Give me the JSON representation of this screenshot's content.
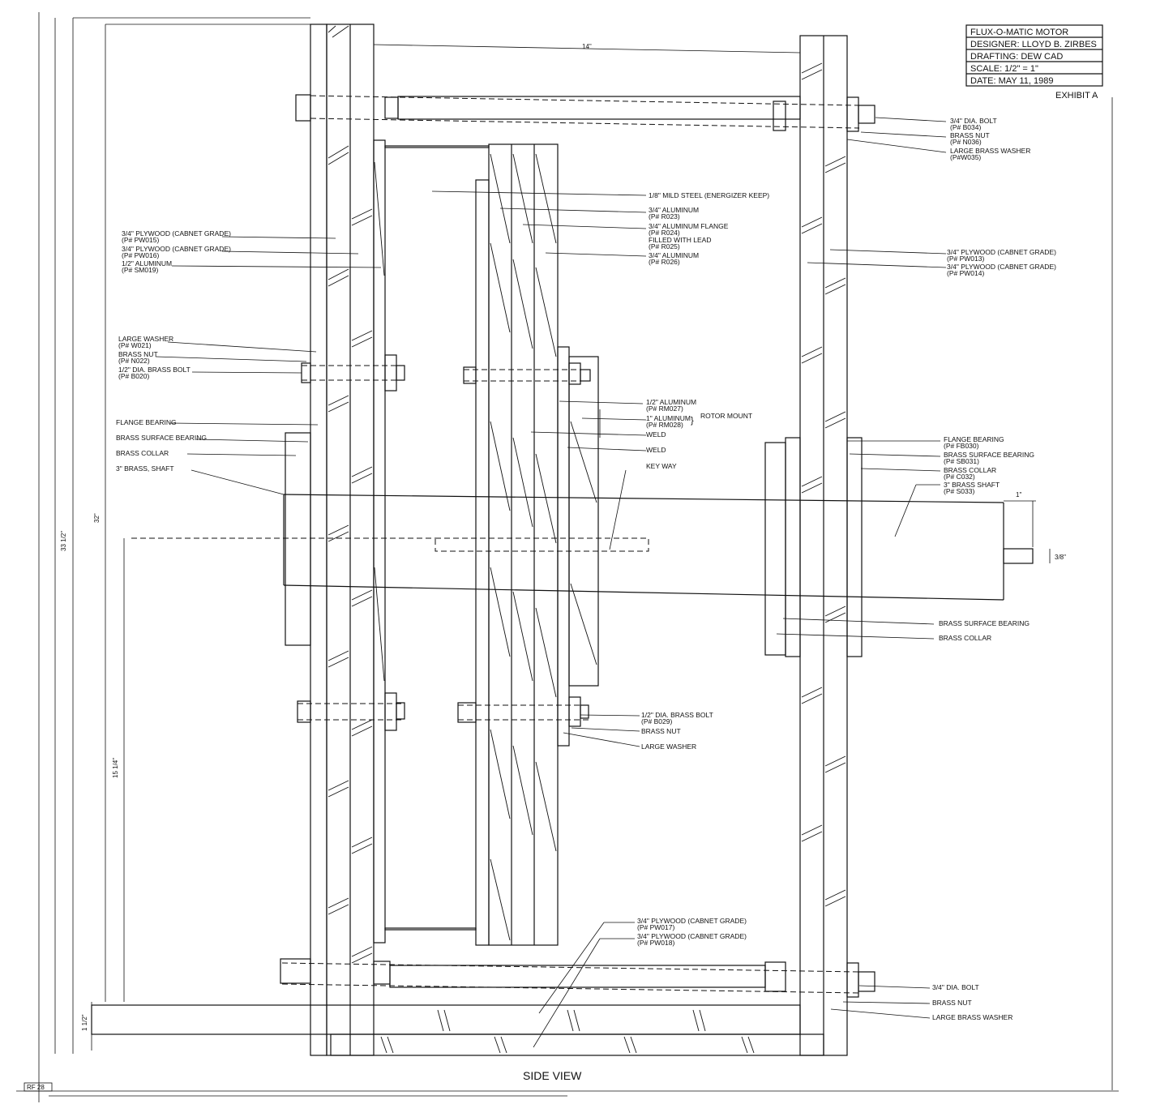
{
  "title_block": {
    "rows": [
      "FLUX-O-MATIC MOTOR",
      "DESIGNER:  LLOYD B. ZIRBES",
      "DRAFTING:  DEW CAD",
      "SCALE:  1/2\" = 1\"",
      "DATE:  MAY 11, 1989"
    ],
    "exhibit": "EXHIBIT A"
  },
  "view_title": "SIDE VIEW",
  "page_tag": "RF 28",
  "dimensions": {
    "top_width": "14\"",
    "overall_height": "33 1/2\"",
    "frame_height": "32\"",
    "shaft_height": "15 1/4\"",
    "base_height": "1 1/2\"",
    "shaft_extension": "1\"",
    "shaft_step": "3/8\""
  },
  "labels_left": [
    [
      "3/4\" PLYWOOD (CABNET GRADE)",
      "(P# PW015)"
    ],
    [
      "3/4\" PLYWOOD (CABNET GRADE)",
      "(P# PW016)"
    ],
    [
      "1/2\" ALUMINUM",
      "(P# SM019)"
    ],
    [
      "LARGE WASHER",
      "(P# W021)"
    ],
    [
      "BRASS NUT",
      "(P# N022)"
    ],
    [
      "1/2\" DIA. BRASS BOLT",
      "(P# B020)"
    ],
    [
      "FLANGE BEARING"
    ],
    [
      "BRASS SURFACE BEARING"
    ],
    [
      "BRASS COLLAR"
    ],
    [
      "3\" BRASS, SHAFT"
    ]
  ],
  "labels_center": [
    [
      "1/8\" MILD STEEL (ENERGIZER KEEP)"
    ],
    [
      "3/4\" ALUMINUM",
      "(P# R023)"
    ],
    [
      "3/4\" ALUMINUM FLANGE",
      "(P# R024)"
    ],
    [
      "FILLED WITH LEAD",
      "(P# R025)"
    ],
    [
      "3/4\" ALUMINUM",
      "(P# R026)"
    ],
    [
      "1/2\" ALUMINUM",
      "(P# RM027)"
    ],
    [
      "1\" ALUMINUM",
      "(P# RM028)"
    ],
    [
      "WELD"
    ],
    [
      "WELD"
    ],
    [
      "KEY WAY"
    ],
    [
      "1/2\" DIA. BRASS BOLT",
      "(P# B029)"
    ],
    [
      "BRASS NUT"
    ],
    [
      "LARGE WASHER"
    ],
    [
      "3/4\" PLYWOOD (CABNET GRADE)",
      "(P# PW017)"
    ],
    [
      "3/4\" PLYWOOD (CABNET GRADE)",
      "(P# PW018)"
    ]
  ],
  "rotor_mount": "ROTOR MOUNT",
  "labels_right": [
    [
      "3/4\" DIA. BOLT",
      "(P# B034)"
    ],
    [
      "BRASS NUT",
      "(P# N036)"
    ],
    [
      "LARGE BRASS WASHER",
      "(P#W035)"
    ],
    [
      "3/4\" PLYWOOD (CABNET GRADE)",
      "(P# PW013)"
    ],
    [
      "3/4\" PLYWOOD (CABNET GRADE)",
      "(P# PW014)"
    ],
    [
      "FLANGE BEARING",
      "(P# FB030)"
    ],
    [
      "BRASS SURFACE BEARING",
      "(P# SB031)"
    ],
    [
      "BRASS COLLAR",
      "(P# C032)"
    ],
    [
      "3\" BRASS SHAFT",
      "(P# S033)"
    ],
    [
      "BRASS SURFACE BEARING"
    ],
    [
      "BRASS COLLAR"
    ],
    [
      "3/4\" DIA. BOLT"
    ],
    [
      "BRASS NUT"
    ],
    [
      "LARGE BRASS WASHER"
    ]
  ]
}
